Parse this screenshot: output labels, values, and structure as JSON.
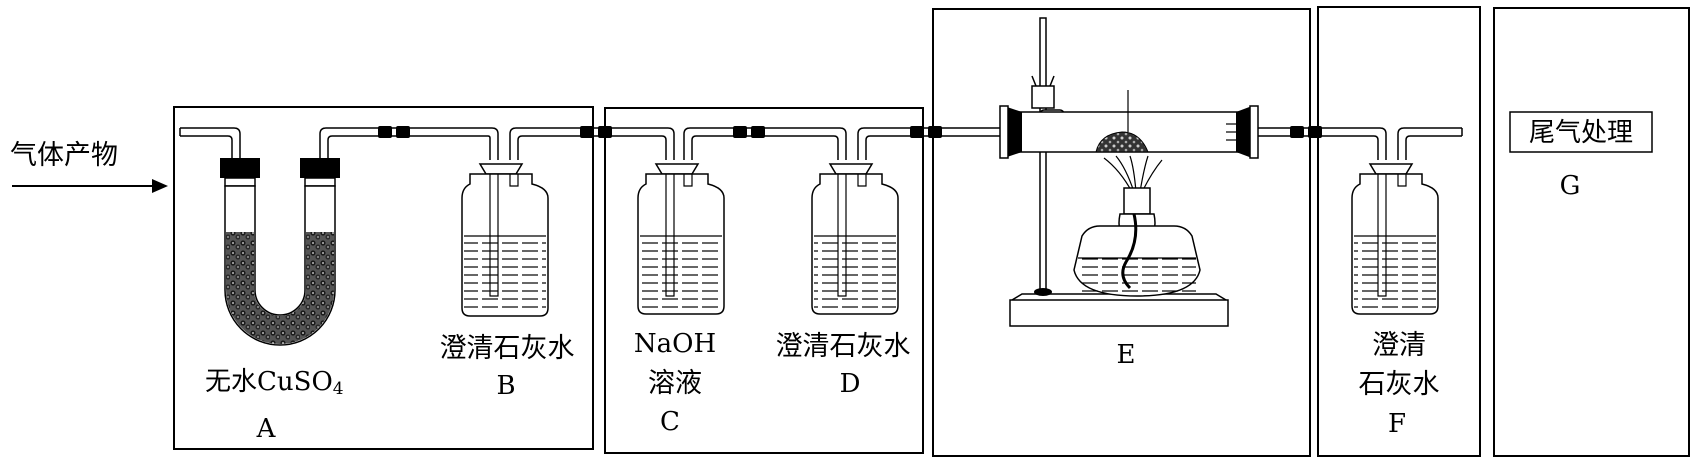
{
  "input_label": "气体产物",
  "units": {
    "A": {
      "letter": "A",
      "reagent": "无水CuSO",
      "reagent_sub": "4"
    },
    "B": {
      "letter": "B",
      "reagent": "澄清石灰水"
    },
    "C": {
      "letter": "C",
      "reagent_line1": "NaOH",
      "reagent_line2": "溶液"
    },
    "D": {
      "letter": "D",
      "reagent": "澄清石灰水"
    },
    "E": {
      "letter": "E"
    },
    "F": {
      "letter": "F",
      "reagent_line1": "澄清",
      "reagent_line2": "石灰水"
    },
    "G": {
      "letter": "G",
      "box_text": "尾气处理"
    }
  },
  "colors": {
    "line": "#000000",
    "liquid": "#000000",
    "background": "#ffffff"
  }
}
